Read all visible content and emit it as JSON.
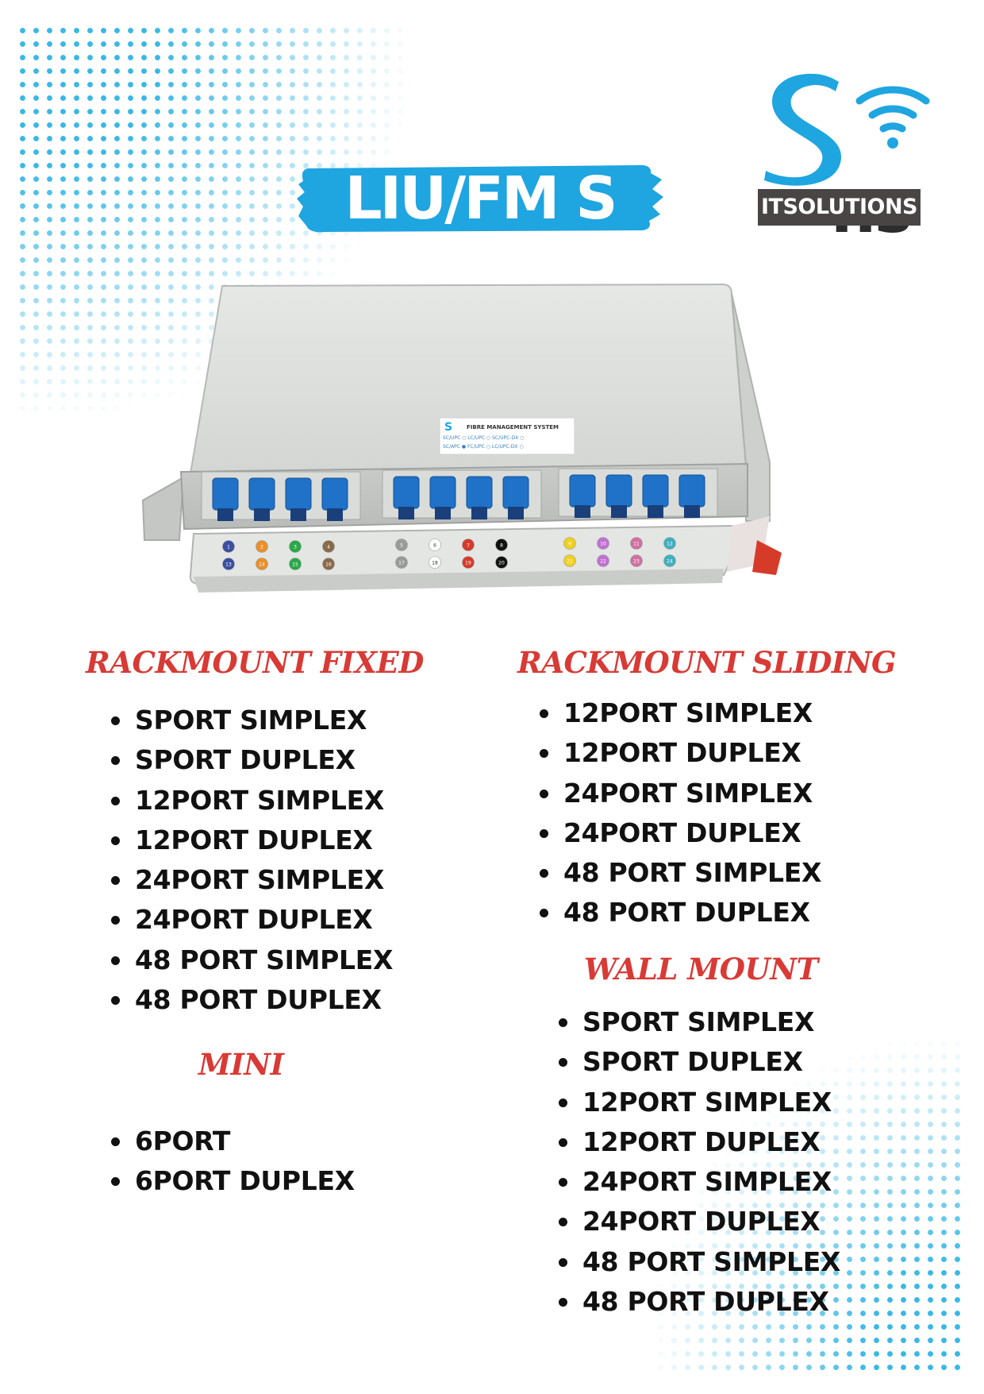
{
  "title": "LIU/FM S",
  "logo": {
    "mark": "S",
    "name": "ns",
    "tagline": "ITSOLUTIONS",
    "icon": "wifi-icon"
  },
  "product_label": {
    "heading": "FIBRE MANAGEMENT SYSTEM",
    "line1": "SC/UPC ○ LC/UPC ○ SC/UPC-DX ○",
    "line2": "SC/APC ● FC/UPC ○ LC/UPC-DX ○"
  },
  "tray_numbers": [
    "1",
    "2",
    "3",
    "4",
    "5",
    "6",
    "7",
    "8",
    "9",
    "10",
    "11",
    "12",
    "13",
    "14",
    "15",
    "16",
    "17",
    "18",
    "19",
    "20",
    "21",
    "22",
    "23",
    "24"
  ],
  "sections": {
    "rackmount_fixed": {
      "heading": "RACKMOUNT FIXED",
      "items": [
        "SPORT SIMPLEX",
        "SPORT DUPLEX",
        "12PORT SIMPLEX",
        "12PORT DUPLEX",
        "24PORT SIMPLEX",
        "24PORT DUPLEX",
        "48 PORT SIMPLEX",
        "48 PORT DUPLEX"
      ]
    },
    "mini": {
      "heading": "MINI",
      "items": [
        "6PORT",
        "6PORT DUPLEX"
      ]
    },
    "rackmount_sliding": {
      "heading": "RACKMOUNT SLIDING",
      "items": [
        "12PORT SIMPLEX",
        "12PORT DUPLEX",
        "24PORT SIMPLEX",
        "24PORT DUPLEX",
        "48 PORT SIMPLEX",
        "48 PORT DUPLEX"
      ]
    },
    "wall_mount": {
      "heading": "WALL MOUNT",
      "items": [
        "SPORT SIMPLEX",
        "SPORT DUPLEX",
        "12PORT SIMPLEX",
        "12PORT DUPLEX",
        "24PORT SIMPLEX",
        "24PORT DUPLEX",
        "48 PORT SIMPLEX",
        "48 PORT DUPLEX"
      ]
    }
  },
  "colors": {
    "accent_blue": "#1fa5e0",
    "heading_red": "#d83a35",
    "logo_dark": "#4a4545",
    "adapter_blue": "#1f72c8"
  }
}
